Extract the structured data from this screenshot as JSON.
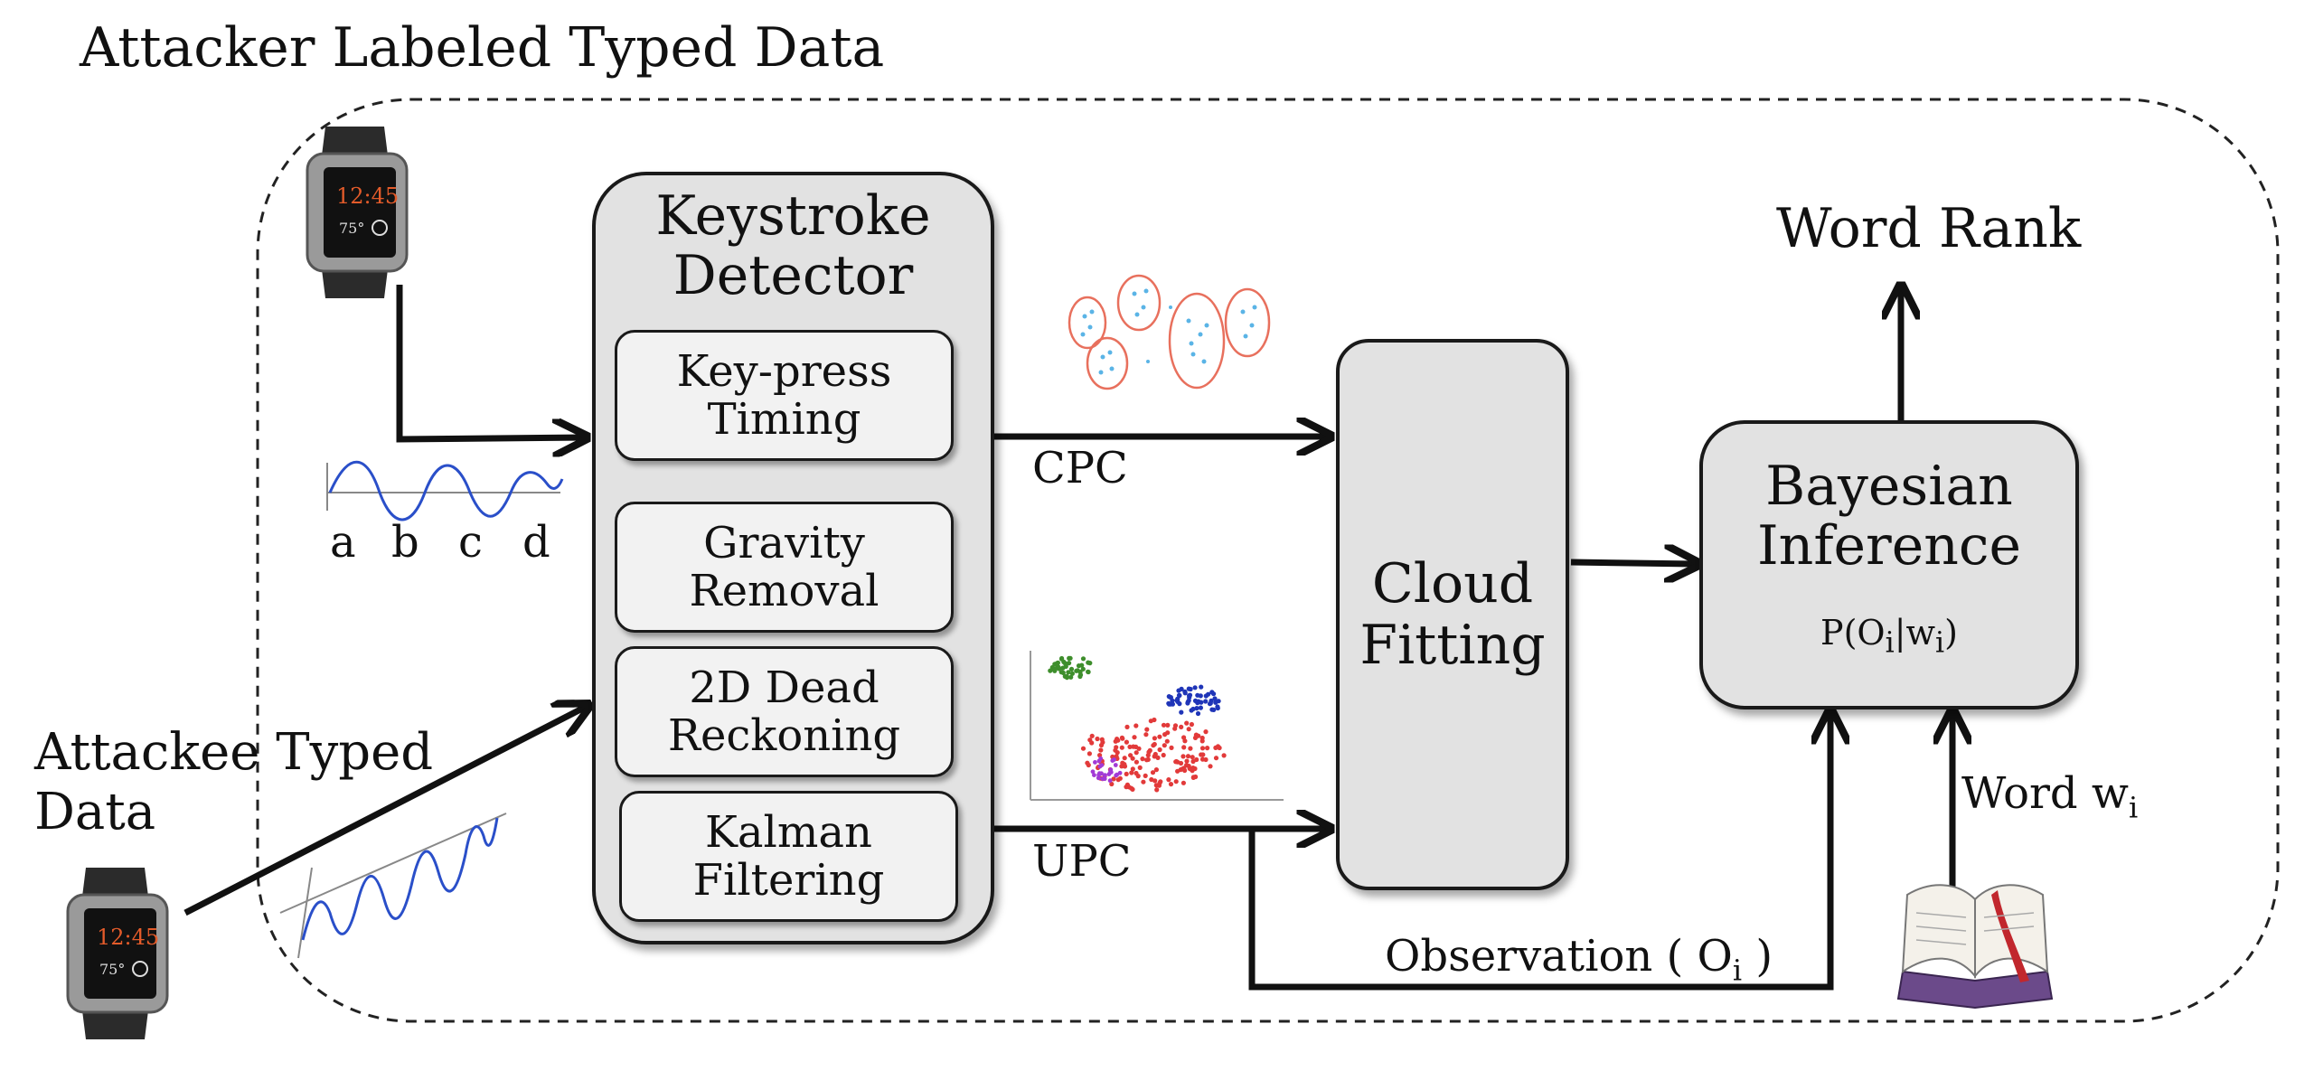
{
  "top_title": "Attacker Labeled Typed Data",
  "attackee_label_line1": "Attackee Typed",
  "attackee_label_line2": "Data",
  "waveform_letters": [
    "a",
    "b",
    "c",
    "d"
  ],
  "keystroke_detector": {
    "title_line1": "Keystroke",
    "title_line2": "Detector",
    "steps": [
      {
        "line1": "Key-press",
        "line2": "Timing"
      },
      {
        "line1": "Gravity",
        "line2": "Removal"
      },
      {
        "line1": "2D Dead",
        "line2": "Reckoning"
      },
      {
        "line1": "Kalman",
        "line2": "Filtering"
      }
    ]
  },
  "cpc_label": "CPC",
  "upc_label": "UPC",
  "cloud_fitting": {
    "line1": "Cloud",
    "line2": "Fitting"
  },
  "bayesian": {
    "line1": "Bayesian",
    "line2": "Inference",
    "formula": "P(O",
    "formula_sub1": "i",
    "formula_mid": "|w",
    "formula_sub2": "i",
    "formula_end": ")"
  },
  "word_rank": "Word Rank",
  "word_label": "Word w",
  "word_sub": "i",
  "observation_label": "Observation ( O",
  "observation_sub": "i",
  "observation_end": " )",
  "colors": {
    "box_fill": "#e2e2e2",
    "inner_fill": "#f2f2f2",
    "wave_blue": "#2a4fc9",
    "cluster_red": "#e8705d",
    "cluster_blue_dots": "#5ab4e6",
    "scatter_green": "#3e8e2c",
    "scatter_navy": "#1f35b8",
    "scatter_red": "#e23a3a",
    "scatter_purple": "#a23ad6"
  },
  "icons": [
    "smartwatch-icon",
    "book-icon"
  ]
}
